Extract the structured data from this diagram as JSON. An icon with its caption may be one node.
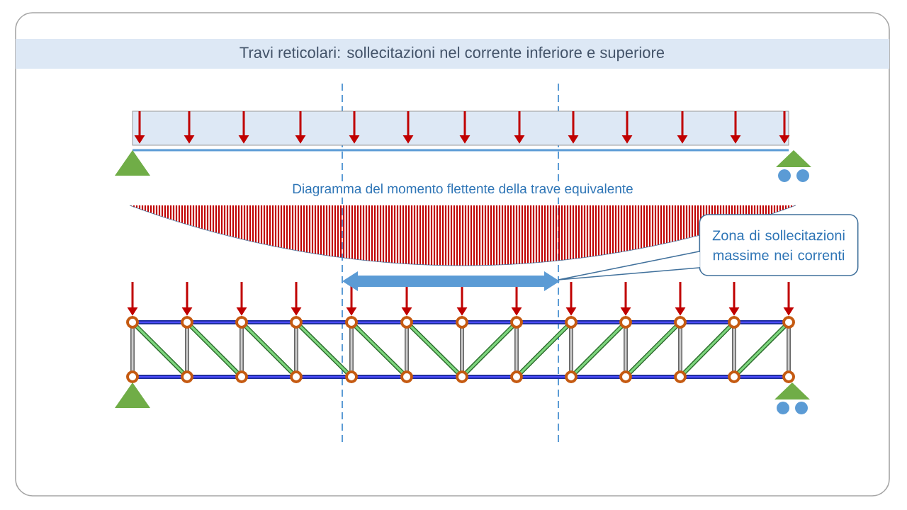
{
  "diagram": {
    "title": "Travi reticolari: sollecitazioni nel corrente inferiore e superiore",
    "nodes": [
      {
        "text": [
          "Zona di sollecitazioni massime nei correnti"
        ]
      },
      {
        "text": [],
        "shape": "arrow"
      }
    ],
    "edges": [
      {
        "from": 0,
        "to": 1,
        "arrow": "none"
      }
    ],
    "labels": [
      "Diagramma del momento flettente della trave equivalente"
    ]
  }
}
